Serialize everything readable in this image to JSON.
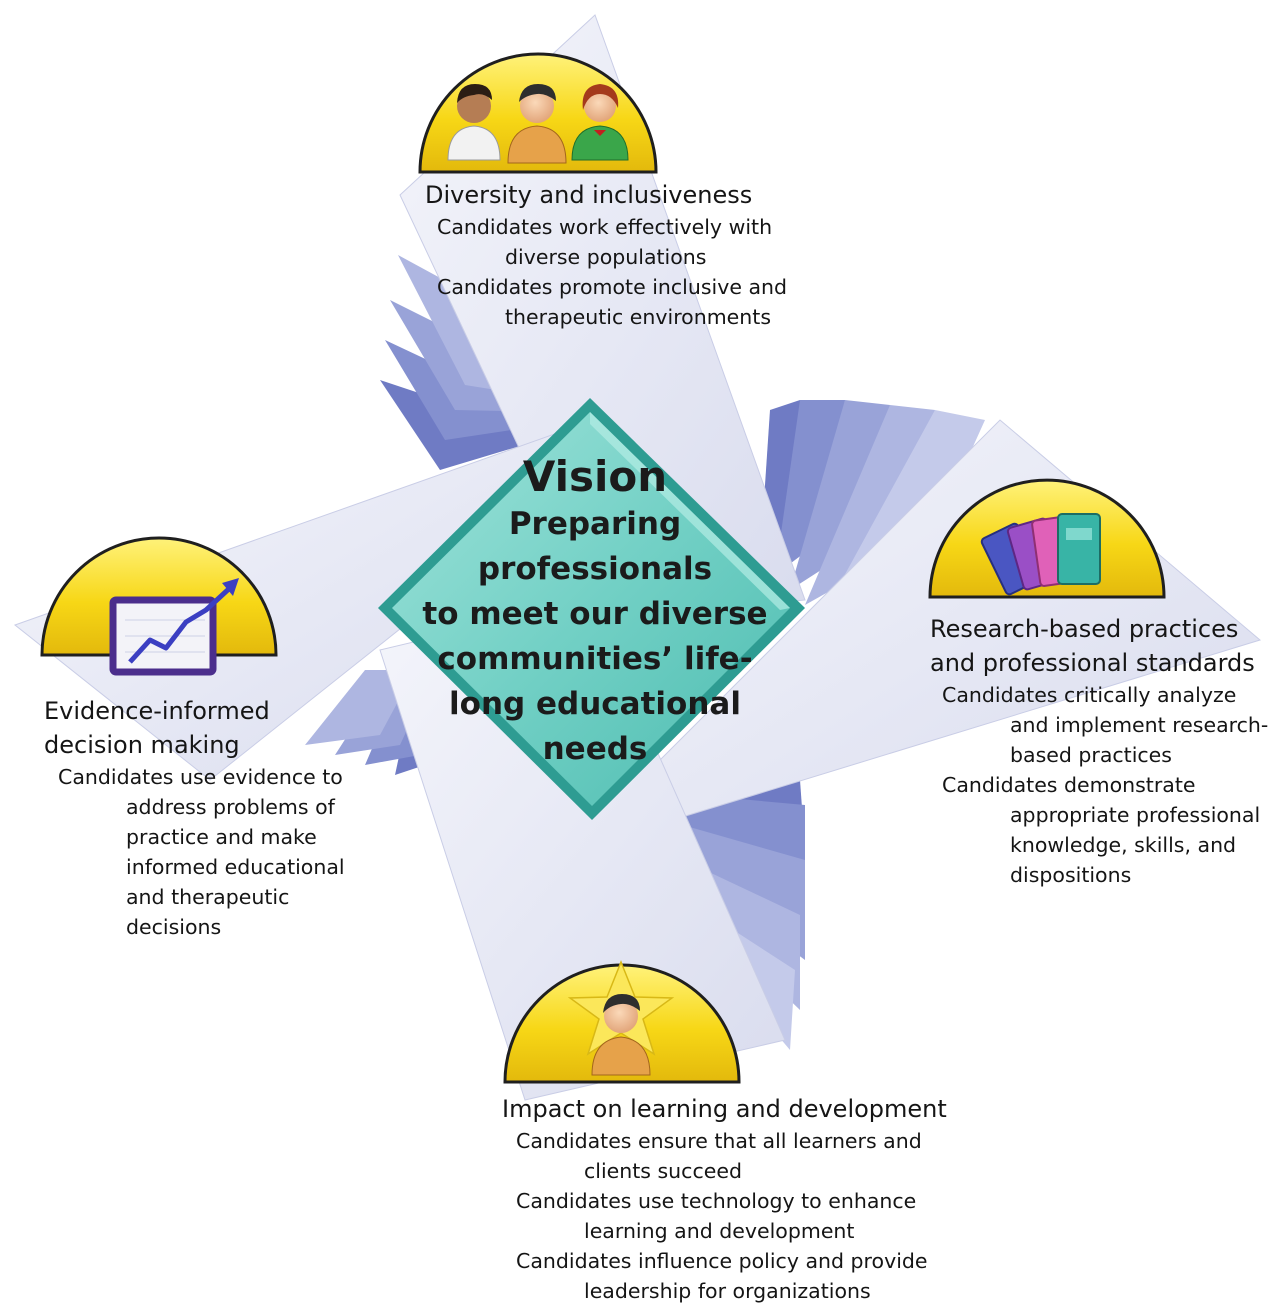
{
  "center": {
    "title": "Vision",
    "lines": [
      "Preparing",
      "professionals",
      "to meet our diverse",
      "communities’ life-",
      "long educational",
      "needs"
    ]
  },
  "top": {
    "heading": "Diversity and inclusiveness",
    "items": [
      "Candidates work effectively with",
      "diverse populations",
      "Candidates promote inclusive and",
      "therapeutic environments"
    ],
    "icon": "three-people-icon"
  },
  "right": {
    "heading": [
      "Research-based practices",
      "and professional standards"
    ],
    "items": [
      "Candidates critically analyze",
      "and implement research-",
      "based practices",
      "Candidates demonstrate",
      "appropriate professional",
      "knowledge, skills, and",
      "dispositions"
    ],
    "icon": "books-icon"
  },
  "left": {
    "heading": [
      "Evidence-informed",
      "decision making"
    ],
    "items": [
      "Candidates use evidence to",
      "address problems of",
      "practice and make",
      "informed educational",
      "and therapeutic",
      "decisions"
    ],
    "icon": "rising-chart-icon"
  },
  "bottom": {
    "heading": "Impact on learning and development",
    "items": [
      "Candidates ensure that all learners and",
      "clients succeed",
      "Candidates use technology to enhance",
      "learning and development",
      "Candidates influence policy and provide",
      "leadership for organizations"
    ],
    "icon": "star-person-icon"
  },
  "colors": {
    "diamond": "#6fcfc4",
    "diamond_edge": "#3aaea3",
    "dome": "#f7d716",
    "blade_light": "#e9eaf6",
    "blade_dark": "#7a86c8"
  }
}
